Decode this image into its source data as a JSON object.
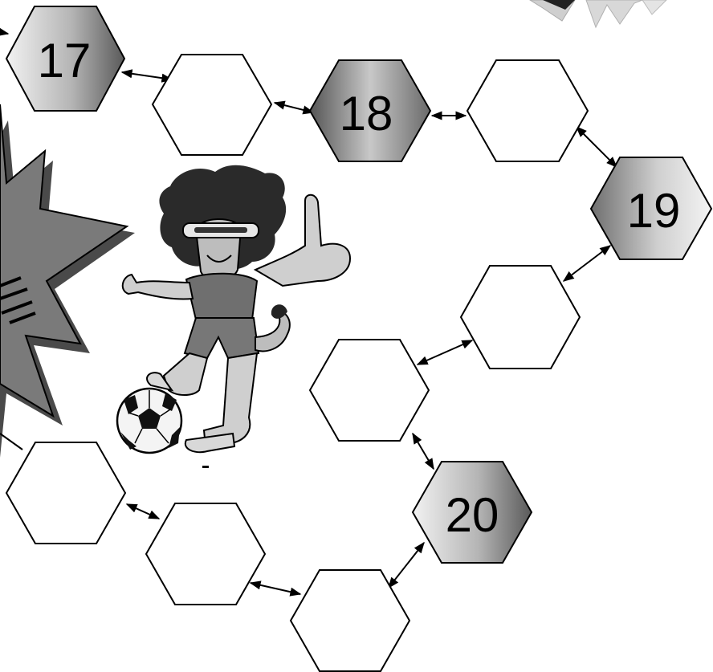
{
  "colors": {
    "outline": "#000000",
    "cell_fill": "#ffffff",
    "number_gradient_light": "#f2f2f2",
    "number_gradient_dark": "#5a5a5a",
    "burst_fill": "#7a7a7a",
    "burst_shadow": "#4a4a4a"
  },
  "board": {
    "path": [
      {
        "id": "cell-17",
        "label": "17"
      },
      {
        "id": "cell-a",
        "label": ""
      },
      {
        "id": "cell-18",
        "label": "18"
      },
      {
        "id": "cell-b",
        "label": ""
      },
      {
        "id": "cell-19",
        "label": "19"
      },
      {
        "id": "cell-c",
        "label": ""
      },
      {
        "id": "cell-d",
        "label": ""
      },
      {
        "id": "cell-20",
        "label": "20"
      },
      {
        "id": "cell-e",
        "label": ""
      },
      {
        "id": "cell-f",
        "label": ""
      },
      {
        "id": "cell-g",
        "label": ""
      }
    ]
  },
  "decorations": [
    "lion-mascot-icon",
    "soccer-ball-icon",
    "starburst-icon"
  ]
}
